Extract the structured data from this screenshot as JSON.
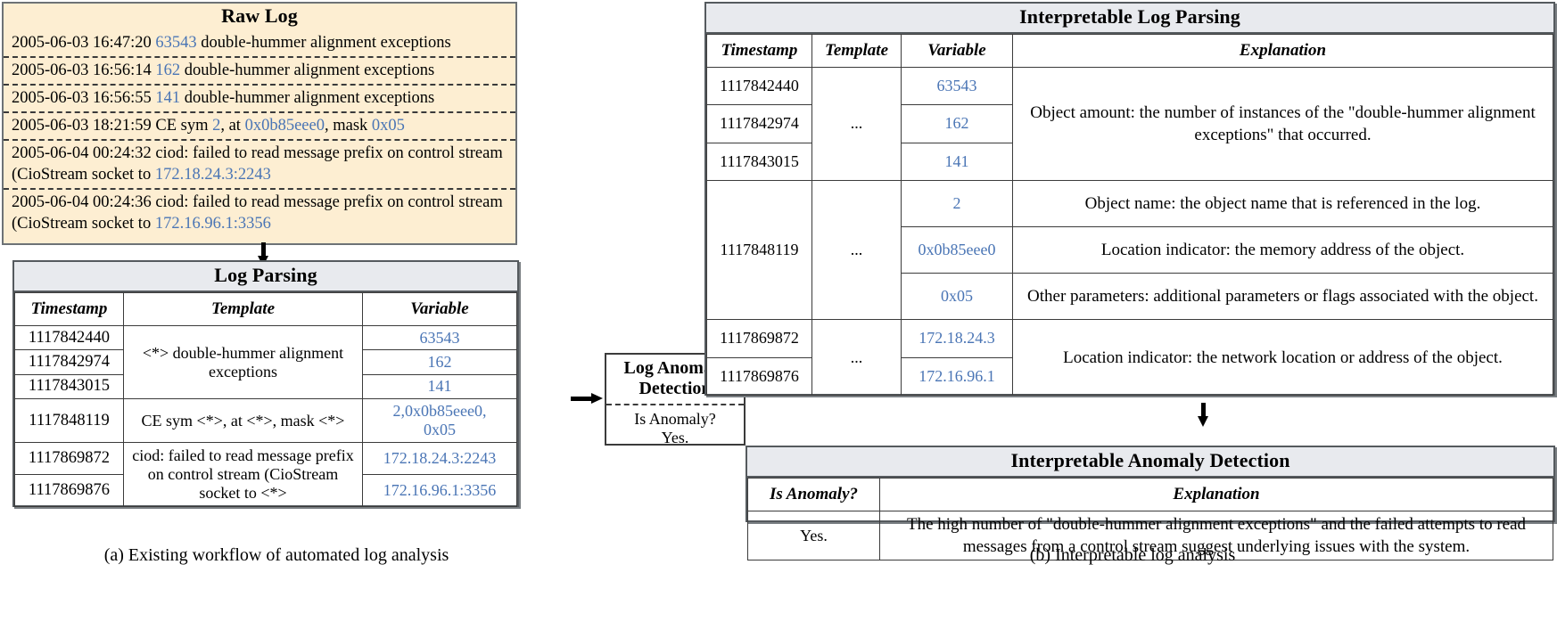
{
  "raw_log": {
    "title": "Raw Log",
    "rows": [
      [
        {
          "t": "2005-06-03 16:47:20 ",
          "c": "black"
        },
        {
          "t": "63543",
          "c": "blue"
        },
        {
          "t": " double-hummer alignment exceptions",
          "c": "black"
        }
      ],
      [
        {
          "t": "2005-06-03 16:56:14 ",
          "c": "black"
        },
        {
          "t": "162",
          "c": "blue"
        },
        {
          "t": " double-hummer alignment exceptions",
          "c": "black"
        }
      ],
      [
        {
          "t": "2005-06-03 16:56:55 ",
          "c": "black"
        },
        {
          "t": "141",
          "c": "blue"
        },
        {
          "t": " double-hummer alignment exceptions",
          "c": "black"
        }
      ],
      [
        {
          "t": "2005-06-03 18:21:59 CE sym ",
          "c": "black"
        },
        {
          "t": "2",
          "c": "blue"
        },
        {
          "t": ", at ",
          "c": "black"
        },
        {
          "t": "0x0b85eee0",
          "c": "blue"
        },
        {
          "t": ", mask ",
          "c": "black"
        },
        {
          "t": "0x05",
          "c": "blue"
        }
      ],
      [
        {
          "t": "2005-06-04 00:24:32 ciod: failed to read message prefix on control stream (CioStream socket to ",
          "c": "black"
        },
        {
          "t": "172.18.24.3:2243",
          "c": "blue"
        }
      ],
      [
        {
          "t": "2005-06-04 00:24:36 ciod: failed to read message prefix on control stream (CioStream socket to ",
          "c": "black"
        },
        {
          "t": "172.16.96.1:3356",
          "c": "blue"
        }
      ]
    ]
  },
  "log_parsing": {
    "title": "Log Parsing",
    "columns": [
      "Timestamp",
      "Template",
      "Variable"
    ],
    "rows": [
      {
        "timestamp": "1117842440",
        "variable": "63543"
      },
      {
        "timestamp": "1117842974",
        "variable": "162"
      },
      {
        "timestamp": "1117843015",
        "variable": "141"
      },
      {
        "timestamp": "1117848119",
        "variable": "2,0x0b85eee0, 0x05"
      },
      {
        "timestamp": "1117869872",
        "variable": "172.18.24.3:2243"
      },
      {
        "timestamp": "1117869876",
        "variable": "172.16.96.1:3356"
      }
    ],
    "templates": [
      "<*> double-hummer alignment exceptions",
      "CE sym <*>, at <*>, mask <*>",
      "ciod: failed to read message prefix on control stream (CioStream socket to <*>"
    ]
  },
  "anomaly_detection": {
    "title_line1": "Log Anomaly",
    "title_line2": "Detection",
    "body_line1": "Is Anomaly?",
    "body_line2": "Yes."
  },
  "interpretable_parsing": {
    "title": "Interpretable Log Parsing",
    "columns": [
      "Timestamp",
      "Template",
      "Variable",
      "Explanation"
    ],
    "template_placeholder": "...",
    "rows": [
      {
        "timestamp": "1117842440",
        "variable": "63543"
      },
      {
        "timestamp": "1117842974",
        "variable": "162"
      },
      {
        "timestamp": "1117843015",
        "variable": "141"
      },
      {
        "timestamp": "1117848119",
        "variable": "2"
      },
      {
        "variable": "0x0b85eee0"
      },
      {
        "variable": "0x05"
      },
      {
        "timestamp": "1117869872",
        "variable": "172.18.24.3"
      },
      {
        "timestamp": "1117869876",
        "variable": "172.16.96.1"
      }
    ],
    "explanations": [
      "Object amount: the number of instances of the \"double-hummer alignment exceptions\" that occurred.",
      "Object name: the object name that is referenced in the log.",
      "Location indicator: the memory address of the object.",
      "Other parameters: additional parameters or flags associated with the object.",
      "Location indicator: the network location or address of the object."
    ]
  },
  "interpretable_anomaly": {
    "title": "Interpretable Anomaly Detection",
    "columns": [
      "Is Anomaly?",
      "Explanation"
    ],
    "is_anomaly": "Yes.",
    "explanation": "The high number of \"double-hummer alignment exceptions\" and the failed attempts to read messages from a control stream suggest underlying issues with the system."
  },
  "captions": {
    "a": "(a)  Existing workflow of automated log analysis",
    "b": "(b)  Interpretable log analysis"
  },
  "colors": {
    "variable_blue": "#4a75b5",
    "raw_log_background": "#fdeed2",
    "title_bar_background": "#e8eaee",
    "border": "#555a5e"
  }
}
